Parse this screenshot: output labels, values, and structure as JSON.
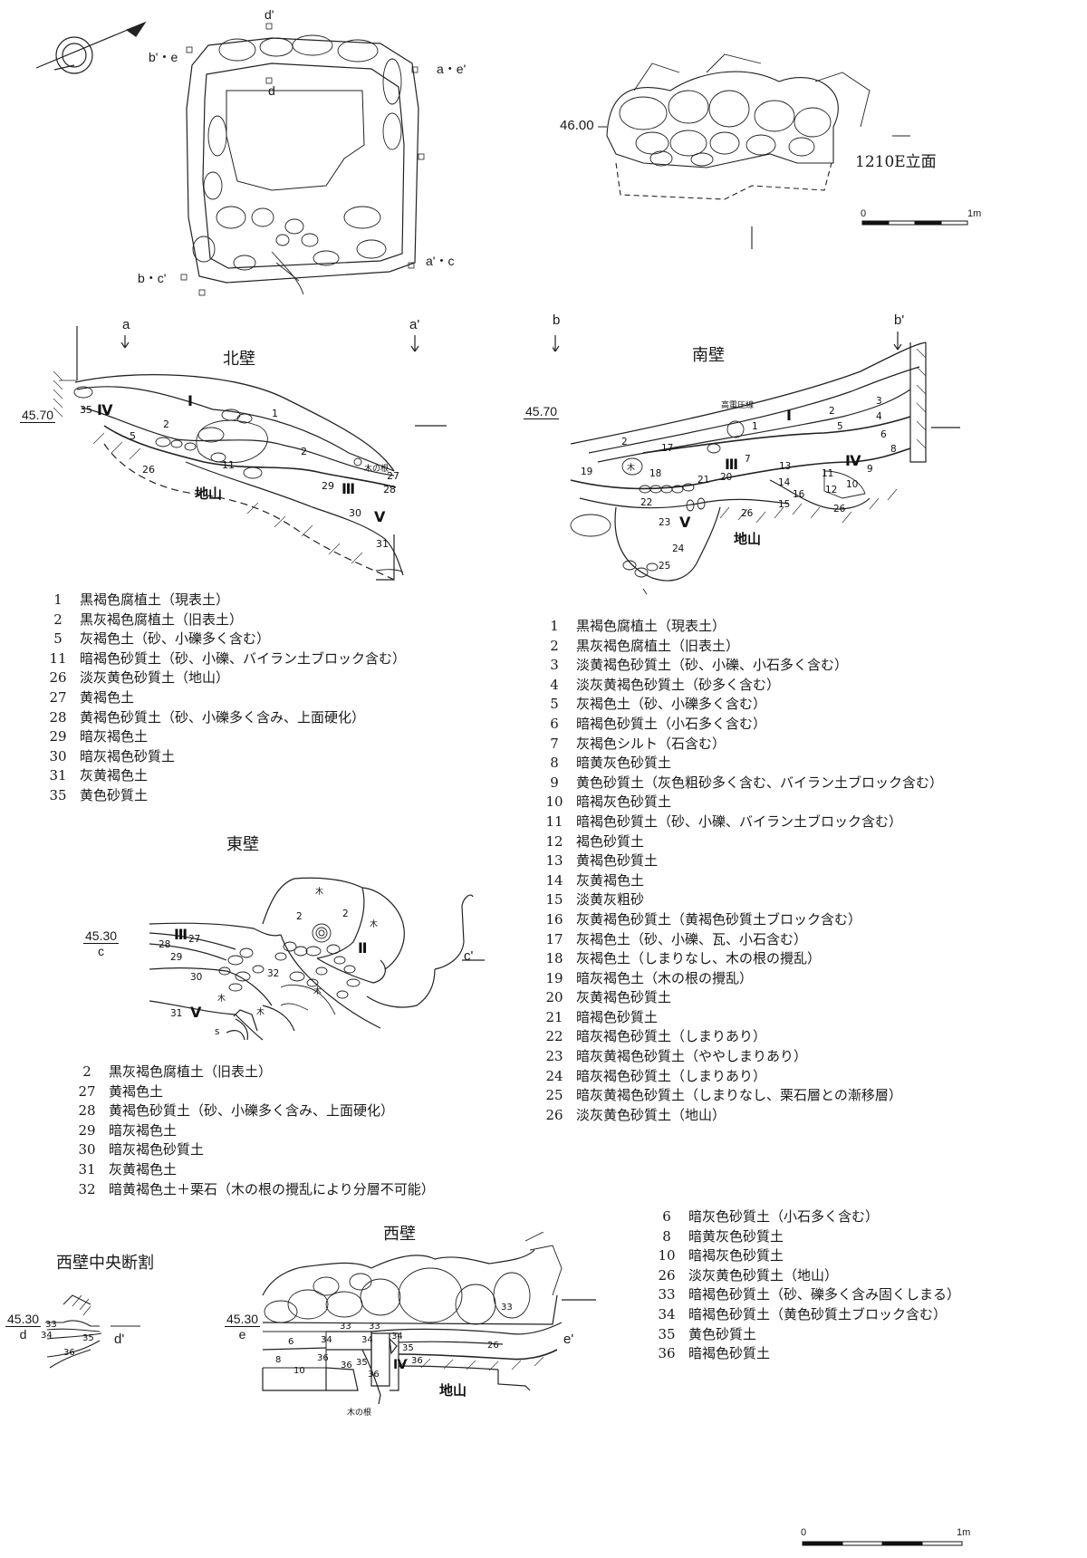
{
  "plan": {
    "points": [
      "d'",
      "d",
      "b'・e",
      "a・e'",
      "b・c'",
      "a'・c"
    ]
  },
  "east_elevation": {
    "elevation": "46.00",
    "label": "1210E立面"
  },
  "scale_top": {
    "zero": "0",
    "end": "1m"
  },
  "scale_bottom": {
    "zero": "0",
    "end": "1m"
  },
  "north_wall": {
    "title": "北壁",
    "markers": [
      "a",
      "a'"
    ],
    "elevation": "45.70",
    "jizan": "地山",
    "romans": [
      "Ⅰ",
      "Ⅳ",
      "Ⅲ",
      "Ⅴ"
    ],
    "layers": [
      "1",
      "2",
      "2",
      "5",
      "35",
      "26",
      "11",
      "29",
      "27",
      "28",
      "30",
      "31"
    ],
    "tree_root": "木の根",
    "legend": [
      {
        "n": "1",
        "t": "黒褐色腐植土（現表土）"
      },
      {
        "n": "2",
        "t": "黒灰褐色腐植土（旧表土）"
      },
      {
        "n": "5",
        "t": "灰褐色土（砂、小礫多く含む）"
      },
      {
        "n": "11",
        "t": "暗褐色砂質土（砂、小礫、バイラン土ブロック含む）"
      },
      {
        "n": "26",
        "t": "淡灰黄色砂質土（地山）"
      },
      {
        "n": "27",
        "t": "黄褐色土"
      },
      {
        "n": "28",
        "t": "黄褐色砂質土（砂、小礫多く含み、上面硬化）"
      },
      {
        "n": "29",
        "t": "暗灰褐色土"
      },
      {
        "n": "30",
        "t": "暗灰褐色砂質土"
      },
      {
        "n": "31",
        "t": "灰黄褐色土"
      },
      {
        "n": "35",
        "t": "黄色砂質土"
      }
    ]
  },
  "south_wall": {
    "title": "南壁",
    "markers": [
      "b",
      "b'"
    ],
    "elevation": "45.70",
    "power_line": "高電圧線",
    "jizan": "地山",
    "romans": [
      "Ⅰ",
      "Ⅲ",
      "Ⅳ",
      "Ⅴ"
    ],
    "layers": [
      "1",
      "2",
      "3",
      "4",
      "5",
      "6",
      "7",
      "8",
      "9",
      "10",
      "11",
      "12",
      "13",
      "14",
      "15",
      "16",
      "17",
      "18",
      "19",
      "20",
      "21",
      "22",
      "23",
      "24",
      "25",
      "26",
      "26",
      "2",
      "木"
    ],
    "legend": [
      {
        "n": "1",
        "t": "黒褐色腐植土（現表土）"
      },
      {
        "n": "2",
        "t": "黒灰褐色腐植土（旧表土）"
      },
      {
        "n": "3",
        "t": "淡黄褐色砂質土（砂、小礫、小石多く含む）"
      },
      {
        "n": "4",
        "t": "淡灰黄褐色砂質土（砂多く含む）"
      },
      {
        "n": "5",
        "t": "灰褐色土（砂、小礫多く含む）"
      },
      {
        "n": "6",
        "t": "暗褐色砂質土（小石多く含む）"
      },
      {
        "n": "7",
        "t": "灰褐色シルト（石含む）"
      },
      {
        "n": "8",
        "t": "暗黄灰色砂質土"
      },
      {
        "n": "9",
        "t": "黄色砂質土（灰色粗砂多く含む、バイラン土ブロック含む）"
      },
      {
        "n": "10",
        "t": "暗褐灰色砂質土"
      },
      {
        "n": "11",
        "t": "暗褐色砂質土（砂、小礫、バイラン土ブロック含む）"
      },
      {
        "n": "12",
        "t": "褐色砂質土"
      },
      {
        "n": "13",
        "t": "黄褐色砂質土"
      },
      {
        "n": "14",
        "t": "灰黄褐色土"
      },
      {
        "n": "15",
        "t": "淡黄灰粗砂"
      },
      {
        "n": "16",
        "t": "灰黄褐色砂質土（黄褐色砂質土ブロック含む）"
      },
      {
        "n": "17",
        "t": "灰褐色土（砂、小礫、瓦、小石含む）"
      },
      {
        "n": "18",
        "t": "灰褐色土（しまりなし、木の根の攪乱）"
      },
      {
        "n": "19",
        "t": "暗灰褐色土（木の根の攪乱）"
      },
      {
        "n": "20",
        "t": "灰黄褐色砂質土"
      },
      {
        "n": "21",
        "t": "暗褐色砂質土"
      },
      {
        "n": "22",
        "t": "暗灰褐色砂質土（しまりあり）"
      },
      {
        "n": "23",
        "t": "暗灰黄褐色砂質土（ややしまりあり）"
      },
      {
        "n": "24",
        "t": "暗灰褐色砂質土（しまりあり）"
      },
      {
        "n": "25",
        "t": "暗灰黄褐色砂質土（しまりなし、栗石層との漸移層）"
      },
      {
        "n": "26",
        "t": "淡灰黄色砂質土（地山）"
      }
    ]
  },
  "east_wall": {
    "title": "東壁",
    "markers": [
      "c",
      "c'"
    ],
    "elevation": "45.30",
    "romans": [
      "Ⅲ",
      "Ⅱ",
      "Ⅴ"
    ],
    "layers": [
      "木",
      "2",
      "2",
      "木",
      "27",
      "28",
      "29",
      "30",
      "31",
      "32",
      "木",
      "木",
      "木",
      "s"
    ],
    "legend": [
      {
        "n": "2",
        "t": "黒灰褐色腐植土（旧表土）"
      },
      {
        "n": "27",
        "t": "黄褐色土"
      },
      {
        "n": "28",
        "t": "黄褐色砂質土（砂、小礫多く含み、上面硬化）"
      },
      {
        "n": "29",
        "t": "暗灰褐色土"
      },
      {
        "n": "30",
        "t": "暗灰褐色砂質土"
      },
      {
        "n": "31",
        "t": "灰黄褐色土"
      },
      {
        "n": "32",
        "t": "暗黄褐色土＋栗石（木の根の攪乱により分層不可能）"
      }
    ]
  },
  "west_center": {
    "title": "西壁中央断割",
    "markers": [
      "d",
      "d'"
    ],
    "elevation": "45.30",
    "layers": [
      "33",
      "34",
      "35",
      "36"
    ]
  },
  "west_wall": {
    "title": "西壁",
    "markers": [
      "e",
      "e'"
    ],
    "elevation": "45.30",
    "jizan": "地山",
    "tree_root": "木の根",
    "roman": "Ⅳ",
    "layers": [
      "33",
      "33",
      "33",
      "34",
      "34",
      "34",
      "35",
      "35",
      "36",
      "36",
      "36",
      "36",
      "6",
      "8",
      "10",
      "26"
    ],
    "legend": [
      {
        "n": "6",
        "t": "暗灰色砂質土（小石多く含む）"
      },
      {
        "n": "8",
        "t": "暗黄灰色砂質土"
      },
      {
        "n": "10",
        "t": "暗褐灰色砂質土"
      },
      {
        "n": "26",
        "t": "淡灰黄色砂質土（地山）"
      },
      {
        "n": "33",
        "t": "暗褐色砂質土（砂、礫多く含み固くしまる）"
      },
      {
        "n": "34",
        "t": "暗褐色砂質土（黄色砂質土ブロック含む）"
      },
      {
        "n": "35",
        "t": "黄色砂質土"
      },
      {
        "n": "36",
        "t": "暗褐色砂質土"
      }
    ]
  }
}
